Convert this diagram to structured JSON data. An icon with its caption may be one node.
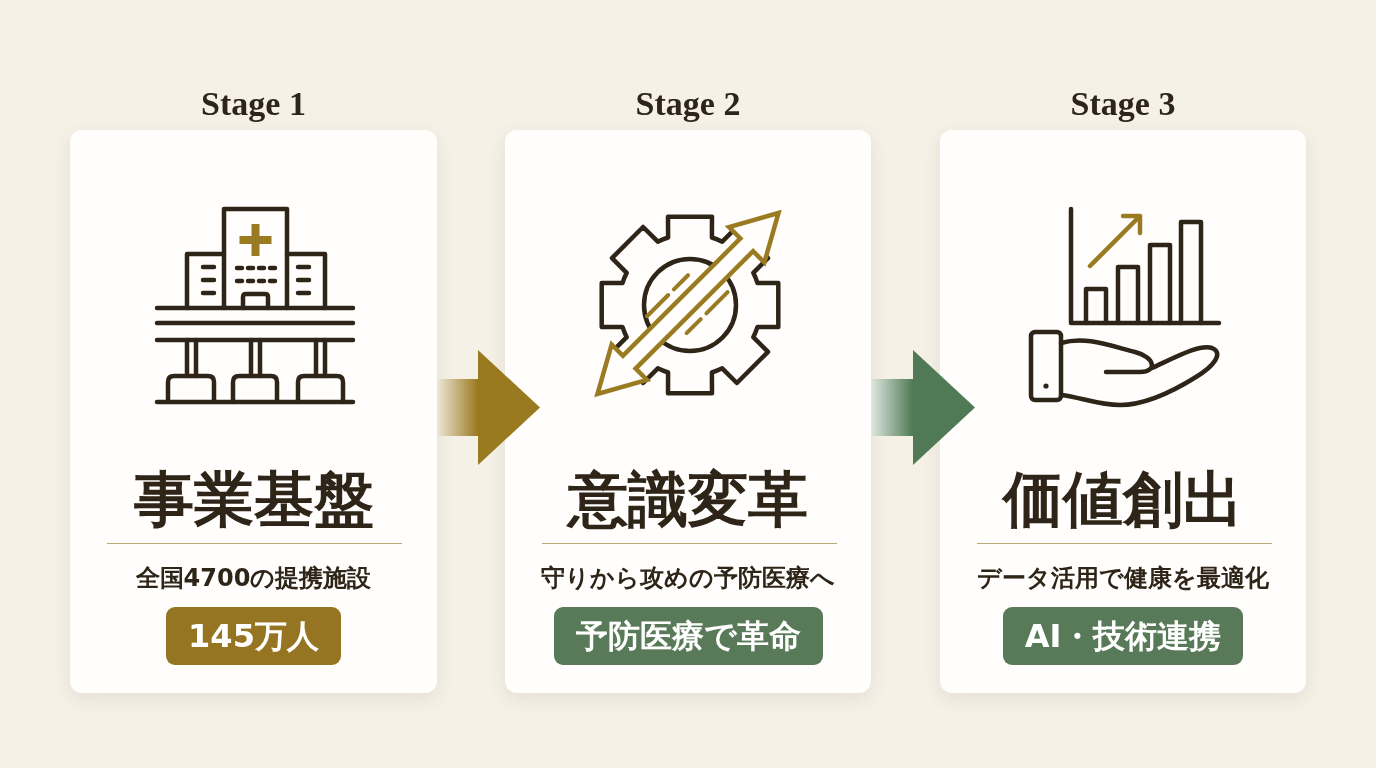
{
  "diagram": {
    "nodes": [
      {
        "text": [
          "Stage 1",
          "事業基盤",
          "全国4700の提携施設"
        ]
      },
      {
        "text": [
          "145万人"
        ],
        "in": 0
      },
      {
        "text": [
          "Stage 2",
          "意識変革",
          "守りから攻めの予防医療へ"
        ]
      },
      {
        "text": [
          "予防医療で革命"
        ],
        "in": 2
      },
      {
        "text": [
          "Stage 3",
          "価値創出",
          "データ活用で健康を最適化"
        ]
      },
      {
        "text": [
          "AI・技術連携"
        ],
        "in": 4
      }
    ],
    "edges": [
      {
        "from": 0,
        "to": 2,
        "arrow": "to",
        "color": "#9a7a1f"
      },
      {
        "from": 2,
        "to": 4,
        "arrow": "to",
        "color": "#4f7a55"
      }
    ]
  }
}
